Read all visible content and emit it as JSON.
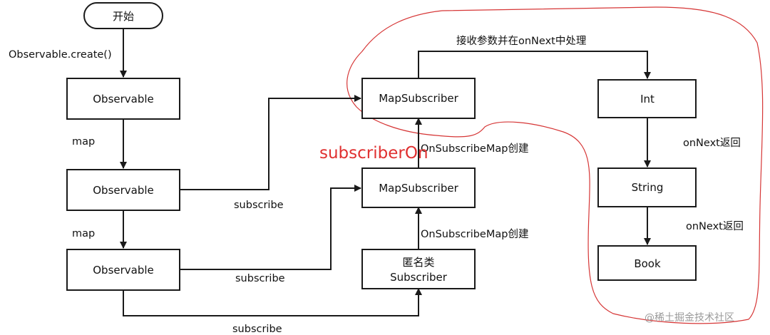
{
  "nodes": {
    "start": "开始",
    "obs1": "Observable",
    "obs2": "Observable",
    "obs3": "Observable",
    "map_sub1": "MapSubscriber",
    "map_sub2": "MapSubscriber",
    "anon_line1": "匿名类",
    "anon_line2": "Subscriber",
    "int": "Int",
    "string": "String",
    "book": "Book"
  },
  "labels": {
    "create": "Observable.create()",
    "map1": "map",
    "map2": "map",
    "subscribe1": "subscribe",
    "subscribe2": "subscribe",
    "subscribe3": "subscribe",
    "on_subscribe_map1": "OnSubscribeMap创建",
    "on_subscribe_map2": "OnSubscribeMap创建",
    "receive": "接收参数并在onNext中处理",
    "on_next1": "onNext返回",
    "on_next2": "onNext返回"
  },
  "annotation": {
    "text": "subscriberOn",
    "color": "#e03030"
  },
  "watermark": "@稀土掘金技术社区",
  "colors": {
    "stroke": "#1a1a1a",
    "handwriting": "#d63636"
  }
}
